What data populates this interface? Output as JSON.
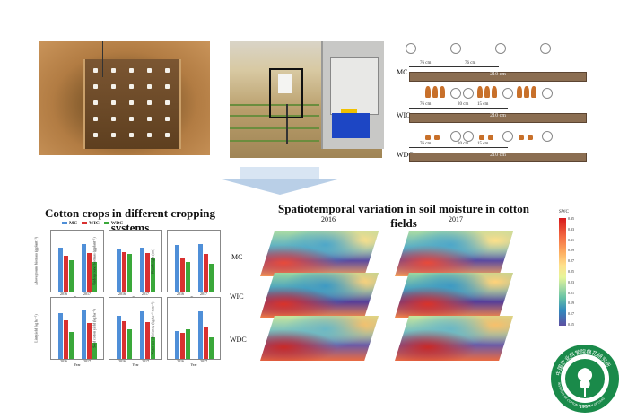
{
  "schematic": {
    "systems": [
      "MC",
      "WIC",
      "WDC"
    ],
    "mc_dims": [
      "76 cm",
      "76 cm"
    ],
    "mc_total": "210 cm",
    "wic_dims": [
      "76 cm",
      "20 cm",
      "15 cm"
    ],
    "wic_total": "210 cm",
    "wdc_dims": [
      "76 cm",
      "20 cm",
      "15 cm"
    ],
    "wdc_total": "210 cm"
  },
  "left_title": "Cotton crops in different cropping systems",
  "right_title": "Spatiotemporal variation in soil moisture in cotton fields",
  "legend": [
    {
      "name": "MC",
      "color": "#4f8fd8"
    },
    {
      "name": "WIC",
      "color": "#d93030"
    },
    {
      "name": "WDC",
      "color": "#3aa83a"
    }
  ],
  "chart_data": [
    {
      "type": "bar",
      "ylabel": "Aboveground biomass (g plant⁻¹)",
      "xlabel": "Year",
      "categories": [
        "2016",
        "2017"
      ],
      "series": [
        {
          "name": "MC",
          "values": [
            0.82,
            0.88
          ]
        },
        {
          "name": "WIC",
          "values": [
            0.66,
            0.72
          ]
        },
        {
          "name": "WDC",
          "values": [
            0.58,
            0.55
          ]
        }
      ],
      "ylim": [
        0,
        1
      ]
    },
    {
      "type": "bar",
      "ylabel": "Underground biomass (g plant⁻¹)",
      "xlabel": "Year",
      "categories": [
        "2016",
        "2017"
      ],
      "series": [
        {
          "name": "MC",
          "values": [
            0.8,
            0.82
          ]
        },
        {
          "name": "WIC",
          "values": [
            0.74,
            0.72
          ]
        },
        {
          "name": "WDC",
          "values": [
            0.7,
            0.62
          ]
        }
      ],
      "ylim": [
        0,
        1
      ]
    },
    {
      "type": "bar",
      "ylabel": "Plant height (cm)",
      "xlabel": "Year",
      "categories": [
        "2016",
        "2017"
      ],
      "series": [
        {
          "name": "MC",
          "values": [
            0.86,
            0.88
          ]
        },
        {
          "name": "WIC",
          "values": [
            0.62,
            0.7
          ]
        },
        {
          "name": "WDC",
          "values": [
            0.55,
            0.52
          ]
        }
      ],
      "ylim": [
        0,
        1
      ]
    },
    {
      "type": "bar",
      "ylabel": "Lint yield (kg ha⁻¹)",
      "xlabel": "Year",
      "categories": [
        "2016",
        "2017"
      ],
      "series": [
        {
          "name": "MC",
          "values": [
            0.85,
            0.9
          ]
        },
        {
          "name": "WIC",
          "values": [
            0.72,
            0.66
          ]
        },
        {
          "name": "WDC",
          "values": [
            0.5,
            0.3
          ]
        }
      ],
      "ylim": [
        0,
        1
      ]
    },
    {
      "type": "bar",
      "ylabel": "Seed cotton yield (kg ha⁻¹)",
      "xlabel": "Year",
      "categories": [
        "2016",
        "2017"
      ],
      "series": [
        {
          "name": "MC",
          "values": [
            0.8,
            0.88
          ]
        },
        {
          "name": "WIC",
          "values": [
            0.7,
            0.68
          ]
        },
        {
          "name": "WDC",
          "values": [
            0.55,
            0.4
          ]
        }
      ],
      "ylim": [
        0,
        1
      ]
    },
    {
      "type": "bar",
      "ylabel": "Water use efficiency (kg ha⁻¹ mm⁻¹)",
      "xlabel": "Year",
      "categories": [
        "2016",
        "2017"
      ],
      "series": [
        {
          "name": "MC",
          "values": [
            0.52,
            0.88
          ]
        },
        {
          "name": "WIC",
          "values": [
            0.48,
            0.6
          ]
        },
        {
          "name": "WDC",
          "values": [
            0.55,
            0.4
          ]
        }
      ],
      "ylim": [
        0,
        1
      ]
    }
  ],
  "moisture": {
    "years": [
      "2016",
      "2017"
    ],
    "systems": [
      "MC",
      "WIC",
      "WDC"
    ],
    "colorbar_title": "SWC",
    "colorbar_ticks": [
      "0.35",
      "0.33",
      "0.31",
      "0.29",
      "0.27",
      "0.25",
      "0.23",
      "0.21",
      "0.19",
      "0.17",
      "0.15"
    ]
  },
  "logo": {
    "top_text": "中国农业科学院棉花研究所",
    "bottom_text": "INSTITUTE OF COTTON RESEARCH OF CAAS",
    "year": "1957"
  }
}
